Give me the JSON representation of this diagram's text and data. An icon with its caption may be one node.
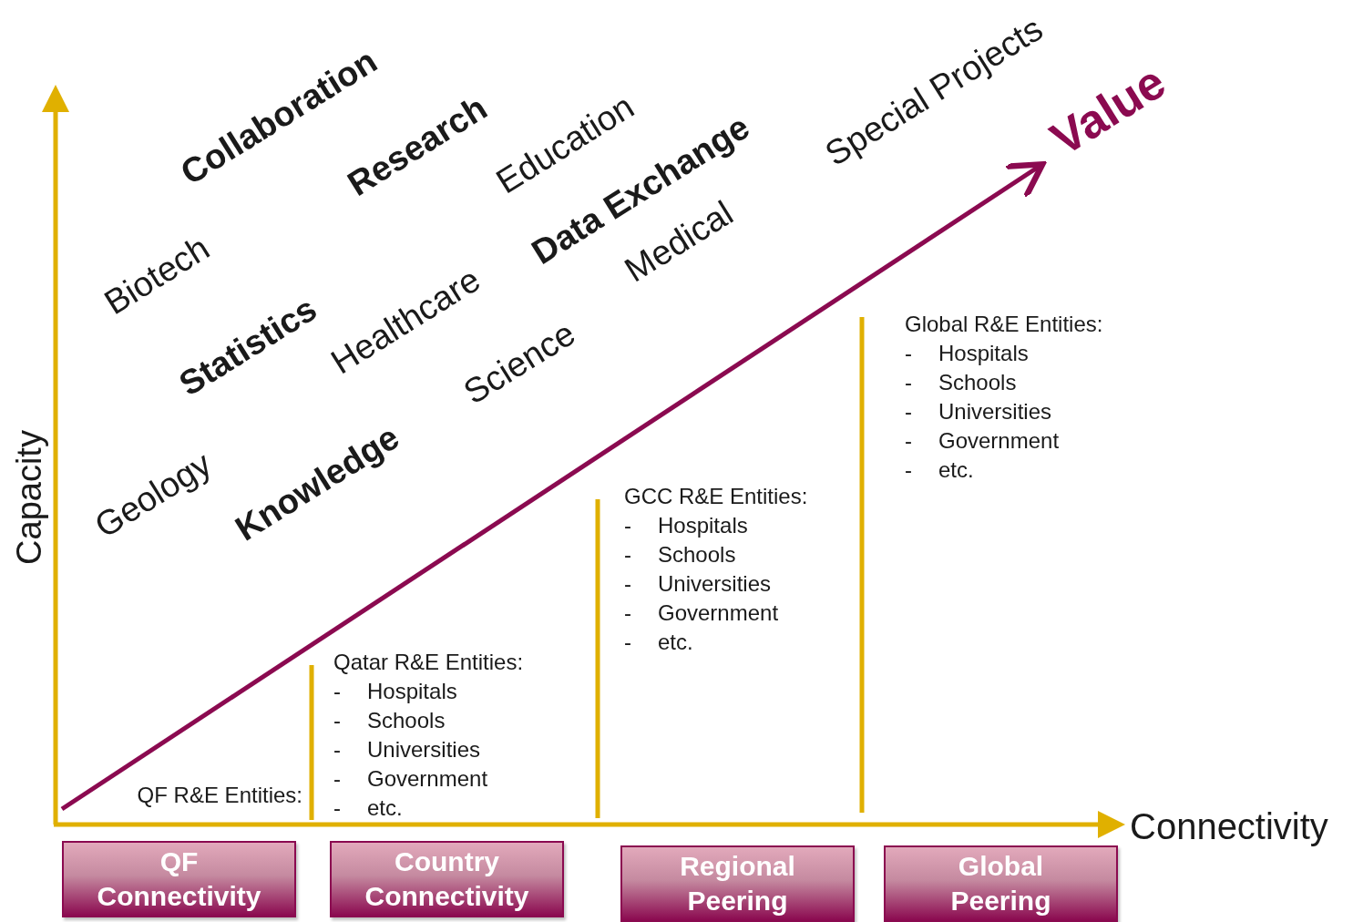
{
  "diagram": {
    "nodes": [
      {
        "text": [
          "QF Connectivity"
        ]
      },
      {
        "text": [
          "Country Connectivity"
        ]
      },
      {
        "text": [
          "Regional Peering"
        ]
      },
      {
        "text": [
          "Global Peering"
        ]
      }
    ],
    "labels": [
      "Collaboration",
      "Research",
      "Education",
      "Data Exchange",
      "Special Projects",
      "Value",
      "Biotech",
      "Statistics",
      "Healthcare",
      "Medical",
      "Science",
      "Capacity",
      "Geology",
      "Knowledge",
      "Connectivity",
      "QF R&E Entities:",
      "Qatar R&E Entities:",
      "-",
      "Hospitals",
      "-",
      "Schools",
      "-",
      "Universities",
      "-",
      "Government",
      "-",
      "etc.",
      "GCC R&E Entities:",
      "-",
      "Hospitals",
      "-",
      "Schools",
      "-",
      "Universities",
      "-",
      "Government",
      "-",
      "etc.",
      "Global R&E Entities:",
      "-",
      "Hospitals",
      "-",
      "Schools",
      "-",
      "Universities",
      "-",
      "Government",
      "-",
      "etc."
    ]
  }
}
